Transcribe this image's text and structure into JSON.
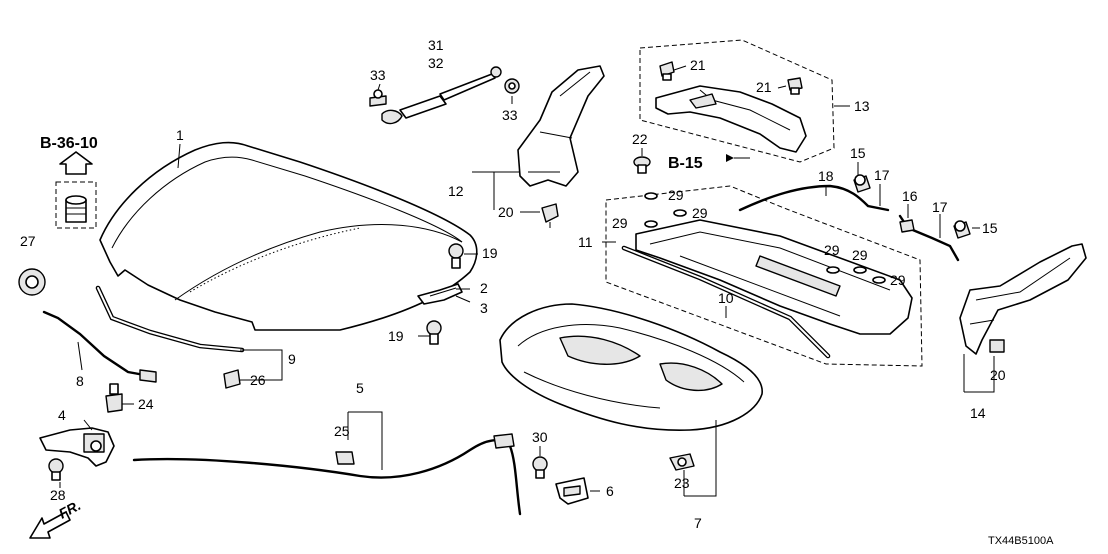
{
  "refs": {
    "b3610": "B-36-10",
    "b15": "B-15"
  },
  "front_label": "FR.",
  "diagram_code": "TX44B5100A",
  "callouts": [
    {
      "id": "c1",
      "text": "1"
    },
    {
      "id": "c2",
      "text": "2"
    },
    {
      "id": "c3",
      "text": "3"
    },
    {
      "id": "c4",
      "text": "4"
    },
    {
      "id": "c5",
      "text": "5"
    },
    {
      "id": "c6",
      "text": "6"
    },
    {
      "id": "c7",
      "text": "7"
    },
    {
      "id": "c8",
      "text": "8"
    },
    {
      "id": "c9",
      "text": "9"
    },
    {
      "id": "c10",
      "text": "10"
    },
    {
      "id": "c11",
      "text": "11"
    },
    {
      "id": "c12",
      "text": "12"
    },
    {
      "id": "c13",
      "text": "13"
    },
    {
      "id": "c14",
      "text": "14"
    },
    {
      "id": "c15a",
      "text": "15"
    },
    {
      "id": "c15b",
      "text": "15"
    },
    {
      "id": "c16",
      "text": "16"
    },
    {
      "id": "c17a",
      "text": "17"
    },
    {
      "id": "c17b",
      "text": "17"
    },
    {
      "id": "c18",
      "text": "18"
    },
    {
      "id": "c19a",
      "text": "19"
    },
    {
      "id": "c19b",
      "text": "19"
    },
    {
      "id": "c20a",
      "text": "20"
    },
    {
      "id": "c20b",
      "text": "20"
    },
    {
      "id": "c21a",
      "text": "21"
    },
    {
      "id": "c21b",
      "text": "21"
    },
    {
      "id": "c22",
      "text": "22"
    },
    {
      "id": "c23",
      "text": "23"
    },
    {
      "id": "c24",
      "text": "24"
    },
    {
      "id": "c25",
      "text": "25"
    },
    {
      "id": "c26",
      "text": "26"
    },
    {
      "id": "c27",
      "text": "27"
    },
    {
      "id": "c28",
      "text": "28"
    },
    {
      "id": "c29a",
      "text": "29"
    },
    {
      "id": "c29b",
      "text": "29"
    },
    {
      "id": "c29c",
      "text": "29"
    },
    {
      "id": "c29d",
      "text": "29"
    },
    {
      "id": "c29e",
      "text": "29"
    },
    {
      "id": "c29f",
      "text": "29"
    },
    {
      "id": "c30",
      "text": "30"
    },
    {
      "id": "c31",
      "text": "31"
    },
    {
      "id": "c32",
      "text": "32"
    },
    {
      "id": "c33a",
      "text": "33"
    },
    {
      "id": "c33b",
      "text": "33"
    }
  ]
}
